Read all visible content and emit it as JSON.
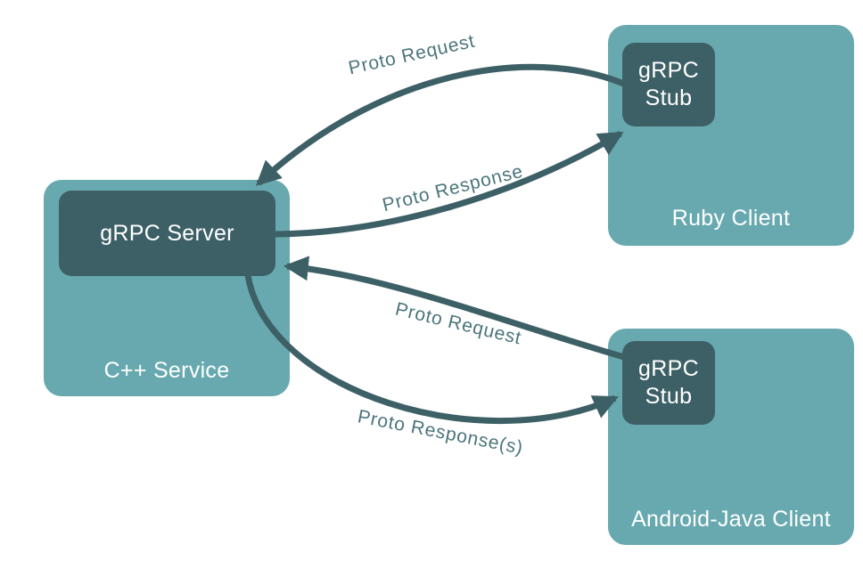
{
  "colors": {
    "background": "#ffffff",
    "container_box": "#68a9b0",
    "inner_node": "#3d6066",
    "arrow": "#3d6066",
    "edge_label_text": "#4b757d",
    "node_text": "#ffffff"
  },
  "nodes": {
    "cpp_service": {
      "label": "C++ Service",
      "inner_label": "gRPC Server"
    },
    "ruby_client": {
      "label": "Ruby Client",
      "inner_label": "gRPC Stub"
    },
    "android_client": {
      "label": "Android-Java Client",
      "inner_label": "gRPC Stub"
    }
  },
  "edges": [
    {
      "id": "proto-request-ruby",
      "label": "Proto Request",
      "from": "gRPC Stub (Ruby Client)",
      "to": "gRPC Server"
    },
    {
      "id": "proto-response-ruby",
      "label": "Proto Response",
      "from": "gRPC Server",
      "to": "gRPC Stub (Ruby Client)"
    },
    {
      "id": "proto-request-android",
      "label": "Proto Request",
      "from": "gRPC Stub (Android-Java Client)",
      "to": "gRPC Server"
    },
    {
      "id": "proto-response-android",
      "label": "Proto Response(s)",
      "from": "gRPC Server",
      "to": "gRPC Stub (Android-Java Client)"
    }
  ]
}
